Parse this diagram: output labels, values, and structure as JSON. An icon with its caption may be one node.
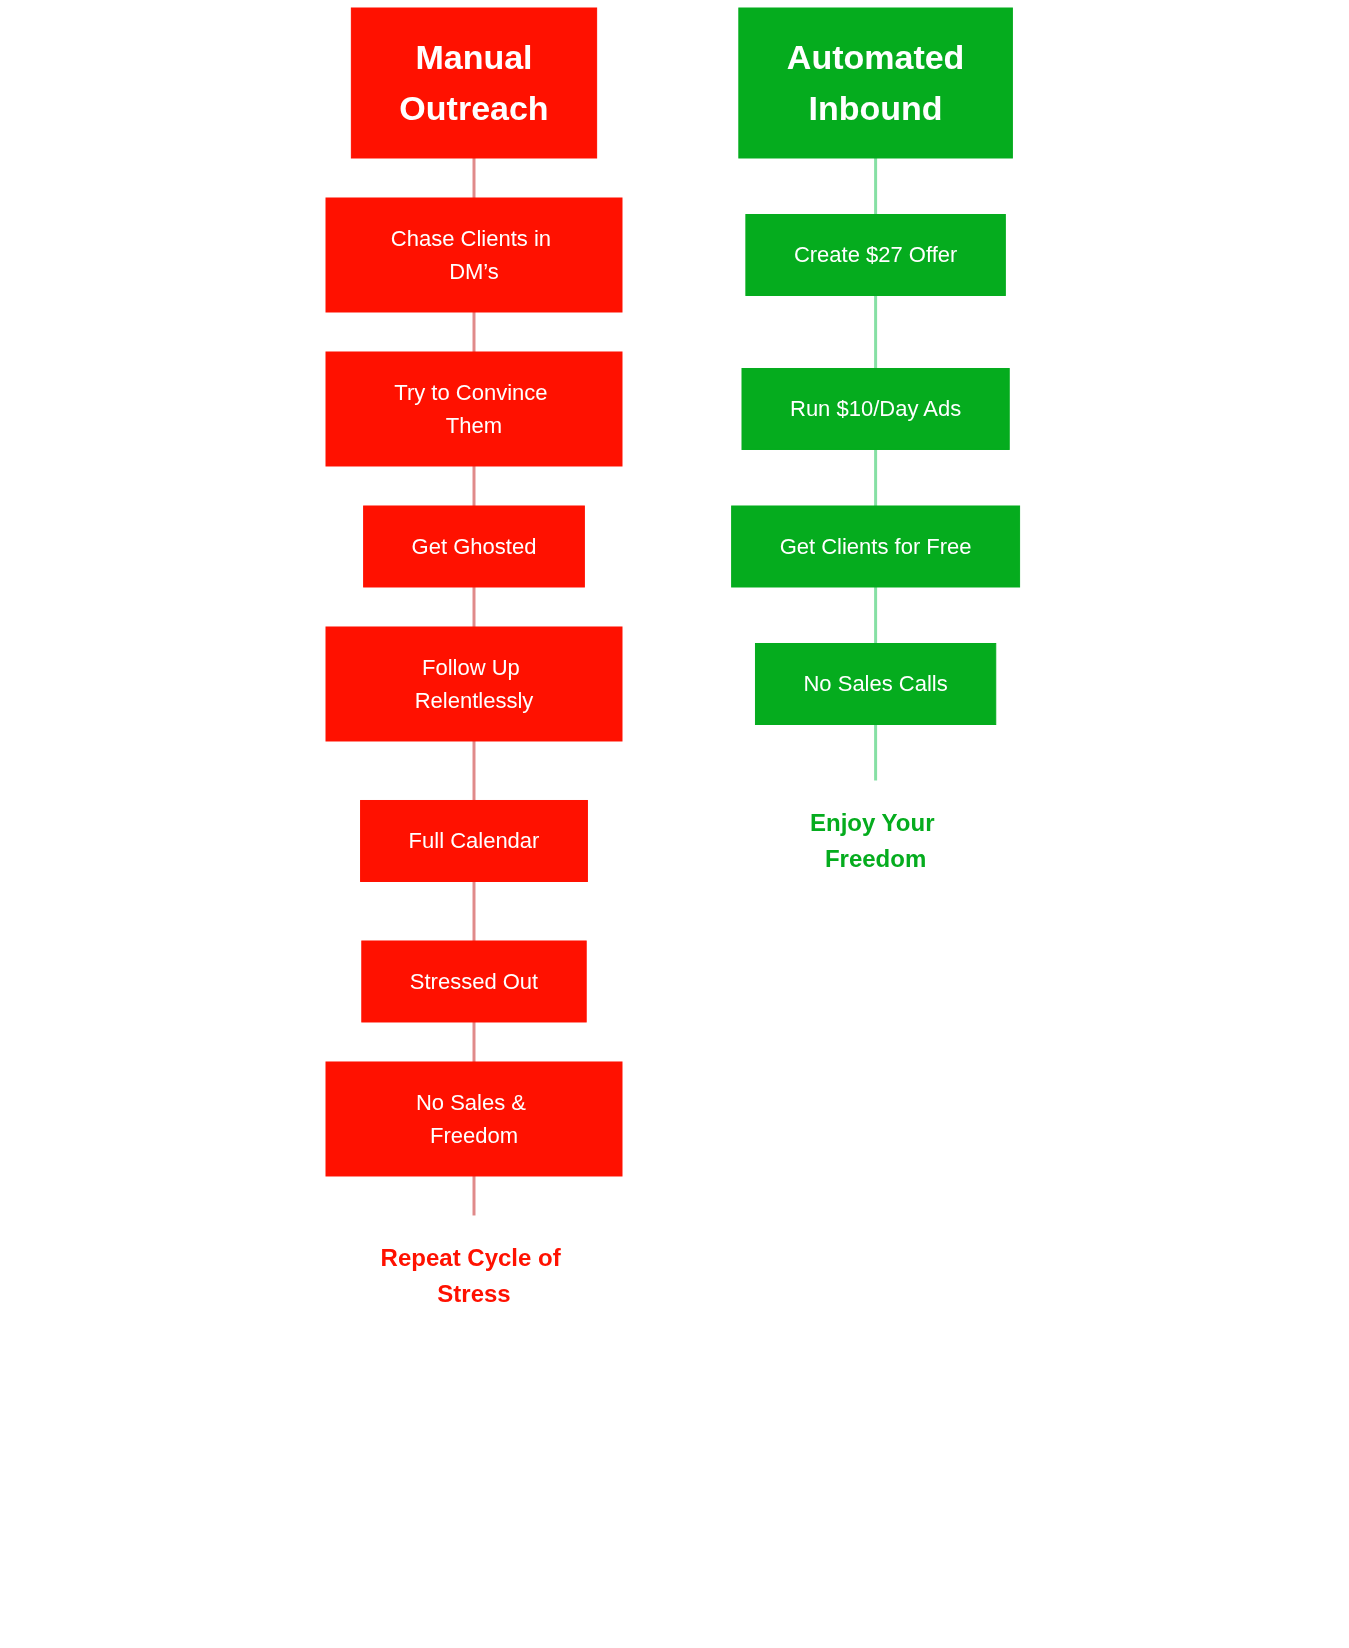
{
  "diagram": {
    "nodes": [
      {
        "text": [
          "Manual",
          "Outreach"
        ]
      },
      {
        "text": [
          "Chase Clients in DM’s"
        ]
      },
      {
        "text": [
          "Try to Convince Them"
        ]
      },
      {
        "text": [
          "Get Ghosted"
        ]
      },
      {
        "text": [
          "Follow Up Relentlessly"
        ]
      },
      {
        "text": [
          "Full Calendar"
        ]
      },
      {
        "text": [
          "Stressed Out"
        ]
      },
      {
        "text": [
          "No Sales & Freedom"
        ]
      },
      {
        "text": [
          "Repeat Cycle of Stress"
        ]
      },
      {
        "text": [
          "Automated",
          "Inbound"
        ]
      },
      {
        "text": [
          "Create $27 Offer"
        ]
      },
      {
        "text": [
          "Run $10/Day Ads"
        ]
      },
      {
        "text": [
          "Get Clients for Free"
        ]
      },
      {
        "text": [
          "No Sales Calls"
        ]
      },
      {
        "text": [
          "Enjoy Your Freedom"
        ]
      }
    ],
    "edges": [
      {
        "from": 0,
        "to": 1,
        "arrow": "none",
        "color": "#e08a8a"
      },
      {
        "from": 1,
        "to": 2,
        "arrow": "none",
        "color": "#e08a8a"
      },
      {
        "from": 2,
        "to": 3,
        "arrow": "none",
        "color": "#e08a8a"
      },
      {
        "from": 3,
        "to": 4,
        "arrow": "none",
        "color": "#e08a8a"
      },
      {
        "from": 4,
        "to": 5,
        "arrow": "none",
        "color": "#e08a8a"
      },
      {
        "from": 5,
        "to": 6,
        "arrow": "none",
        "color": "#e08a8a"
      },
      {
        "from": 6,
        "to": 7,
        "arrow": "none",
        "color": "#e08a8a"
      },
      {
        "from": 7,
        "to": 8,
        "arrow": "none",
        "color": "#e08a8a"
      },
      {
        "from": 9,
        "to": 10,
        "arrow": "none",
        "color": "#86e0a4"
      },
      {
        "from": 10,
        "to": 11,
        "arrow": "none",
        "color": "#86e0a4"
      },
      {
        "from": 11,
        "to": 12,
        "arrow": "none",
        "color": "#86e0a4"
      },
      {
        "from": 12,
        "to": 13,
        "arrow": "none",
        "color": "#86e0a4"
      },
      {
        "from": 13,
        "to": 14,
        "arrow": "none",
        "color": "#86e0a4"
      }
    ]
  }
}
